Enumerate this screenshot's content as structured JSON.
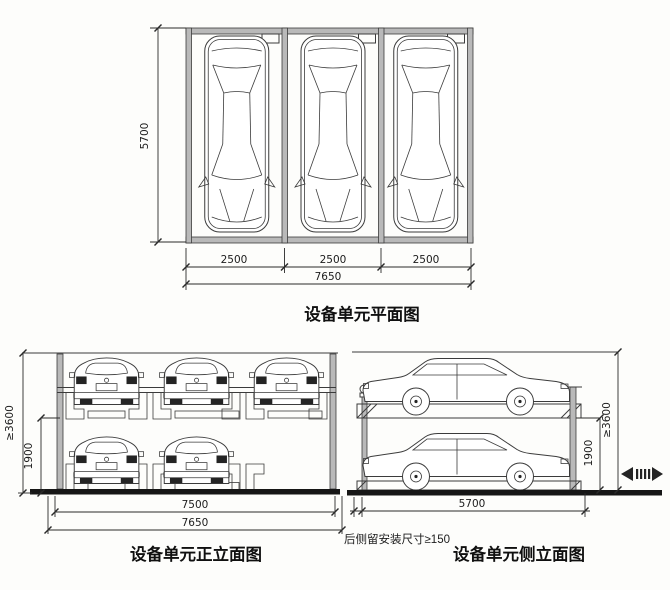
{
  "drawing": {
    "plan": {
      "title": "设备单元平面图",
      "dim_depth": "5700",
      "dim_bays": [
        "2500",
        "2500",
        "2500"
      ],
      "dim_total_width": "7650"
    },
    "front": {
      "title": "设备单元正立面图",
      "dim_min_height": "≥3600",
      "dim_lower_clearance": "1900",
      "dim_clear_width": "7500",
      "dim_total_width": "7650"
    },
    "side": {
      "title": "设备单元侧立面图",
      "dim_min_height": "≥3600",
      "dim_lower_clearance": "1900",
      "dim_depth": "5700",
      "rear_note": "后侧留安装尺寸≥150"
    }
  },
  "colors": {
    "bg": "#fdfdfb",
    "line": "#3b3b3b",
    "dim": "#2a2a2a",
    "post": "#b9b9b9",
    "ground": "#161616",
    "darkfill": "#242424"
  }
}
